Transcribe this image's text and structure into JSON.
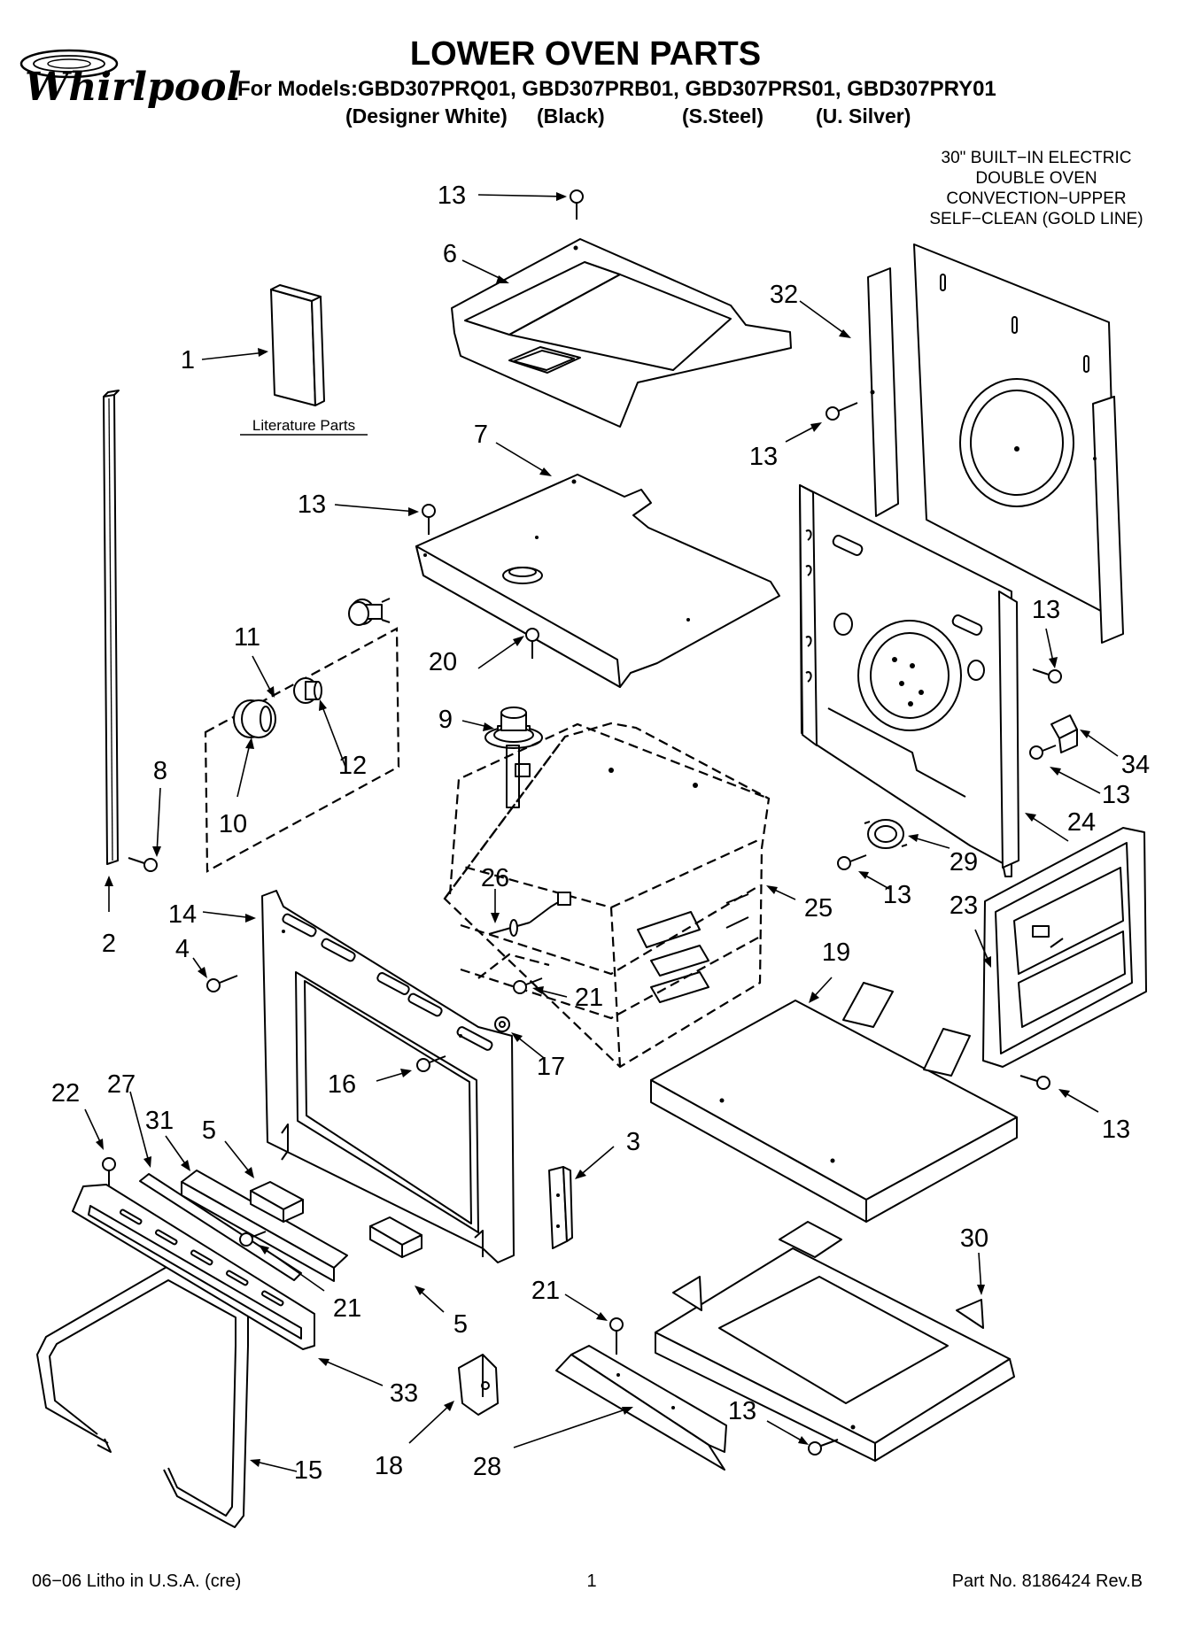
{
  "brand": {
    "name": "Whirlpool"
  },
  "header": {
    "title": "LOWER OVEN PARTS",
    "models_line": "For Models:GBD307PRQ01, GBD307PRB01, GBD307PRS01, GBD307PRY01",
    "colors": [
      "(Designer White)",
      "(Black)",
      "(S.Steel)",
      "(U. Silver)"
    ]
  },
  "product_description": [
    "30\" BUILT−IN ELECTRIC",
    "DOUBLE OVEN",
    "CONVECTION−UPPER",
    "SELF−CLEAN (GOLD LINE)"
  ],
  "literature_label": "Literature Parts",
  "callouts": [
    {
      "id": "c13-top",
      "label": "13"
    },
    {
      "id": "c6",
      "label": "6"
    },
    {
      "id": "c32",
      "label": "32"
    },
    {
      "id": "c1",
      "label": "1"
    },
    {
      "id": "c13-mid",
      "label": "13"
    },
    {
      "id": "c7",
      "label": "7"
    },
    {
      "id": "c13-left",
      "label": "13"
    },
    {
      "id": "c11",
      "label": "11"
    },
    {
      "id": "c20",
      "label": "20"
    },
    {
      "id": "c9",
      "label": "9"
    },
    {
      "id": "c13-right",
      "label": "13"
    },
    {
      "id": "c12",
      "label": "12"
    },
    {
      "id": "c8",
      "label": "8"
    },
    {
      "id": "c10",
      "label": "10"
    },
    {
      "id": "c34",
      "label": "34"
    },
    {
      "id": "c13-34",
      "label": "13"
    },
    {
      "id": "c24",
      "label": "24"
    },
    {
      "id": "c29",
      "label": "29"
    },
    {
      "id": "c13-29",
      "label": "13"
    },
    {
      "id": "c26",
      "label": "26"
    },
    {
      "id": "c25",
      "label": "25"
    },
    {
      "id": "c14",
      "label": "14"
    },
    {
      "id": "c2",
      "label": "2"
    },
    {
      "id": "c4",
      "label": "4"
    },
    {
      "id": "c23",
      "label": "23"
    },
    {
      "id": "c19",
      "label": "19"
    },
    {
      "id": "c21-cav",
      "label": "21"
    },
    {
      "id": "c16",
      "label": "16"
    },
    {
      "id": "c17",
      "label": "17"
    },
    {
      "id": "c13-23",
      "label": "13"
    },
    {
      "id": "c22",
      "label": "22"
    },
    {
      "id": "c27",
      "label": "27"
    },
    {
      "id": "c31",
      "label": "31"
    },
    {
      "id": "c5-top",
      "label": "5"
    },
    {
      "id": "c3",
      "label": "3"
    },
    {
      "id": "c30",
      "label": "30"
    },
    {
      "id": "c21-trim",
      "label": "21"
    },
    {
      "id": "c5-bot",
      "label": "5"
    },
    {
      "id": "c21-bot",
      "label": "21"
    },
    {
      "id": "c33",
      "label": "33"
    },
    {
      "id": "c13-bot",
      "label": "13"
    },
    {
      "id": "c18",
      "label": "18"
    },
    {
      "id": "c28",
      "label": "28"
    },
    {
      "id": "c15",
      "label": "15"
    }
  ],
  "footer": {
    "left": "06−06 Litho in U.S.A. (cre)",
    "page": "1",
    "right": "Part No. 8186424 Rev.B"
  }
}
